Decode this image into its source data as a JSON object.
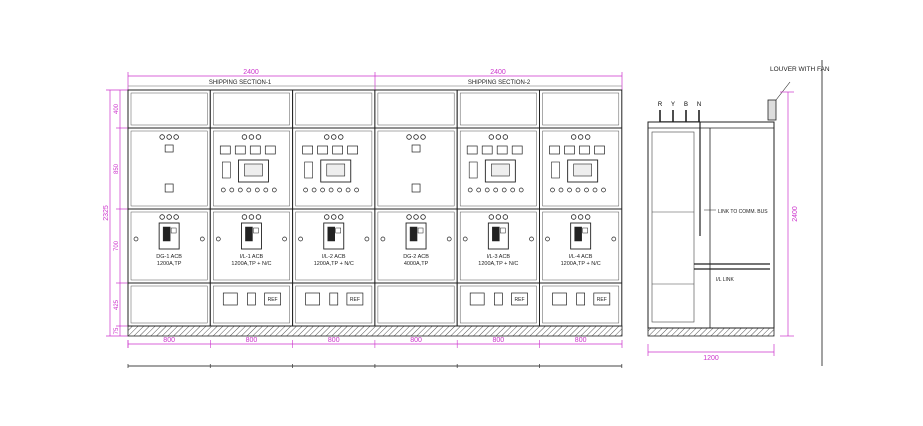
{
  "drawing": {
    "front_view": {
      "sections": [
        {
          "label": "SHIPPING SECTION-1",
          "width": "2400"
        },
        {
          "label": "SHIPPING SECTION-2",
          "width": "2400"
        }
      ],
      "panel_widths": [
        "800",
        "800",
        "800",
        "800",
        "800",
        "800"
      ],
      "height_dims": [
        "400",
        "850",
        "700",
        "425",
        "75"
      ],
      "overall_height": "2325",
      "panels": [
        {
          "type": "incomer",
          "breaker_label": "DG-1 ACB",
          "breaker_rating": "1200A,TP"
        },
        {
          "type": "metering",
          "breaker_label": "I/L-1 ACB",
          "breaker_rating": "1200A,TP + N/C"
        },
        {
          "type": "metering",
          "breaker_label": "I/L-2 ACB",
          "breaker_rating": "1200A,TP + N/C"
        },
        {
          "type": "incomer",
          "breaker_label": "DG-2 ACB",
          "breaker_rating": "4000A,TP"
        },
        {
          "type": "metering",
          "breaker_label": "I/L-3 ACB",
          "breaker_rating": "1200A,TP + N/C"
        },
        {
          "type": "metering",
          "breaker_label": "I/L-4 ACB",
          "breaker_rating": "1200A,TP + N/C"
        }
      ],
      "ref_label": "REF"
    },
    "side_view": {
      "bus_phases": [
        "R",
        "Y",
        "B",
        "N"
      ],
      "louver_note": "LOUVER WITH FAN",
      "coupling_note": "LINK TO COMM. BUS",
      "lower_note": "I/L LINK",
      "height_dim": "2400",
      "width_dim": "1200"
    },
    "colors": {
      "dimension": "#cc33cc",
      "linework": "#222222",
      "panel_fill": "#ffffff",
      "base_hatch": "#555555"
    }
  }
}
